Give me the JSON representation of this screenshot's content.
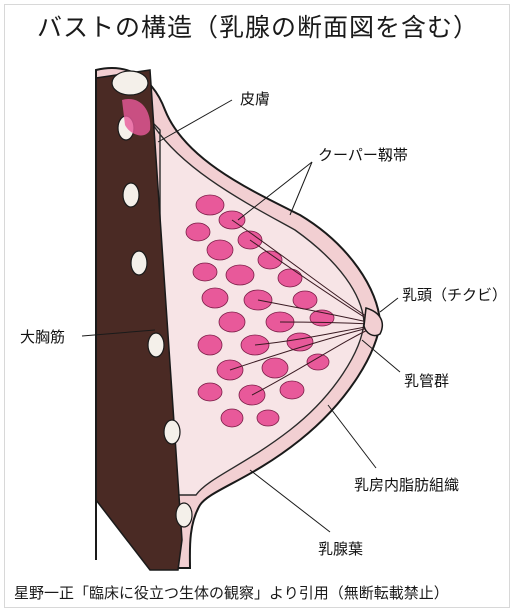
{
  "title": "バストの構造（乳腺の断面図を含む）",
  "labels": {
    "skin": "皮膚",
    "cooper": "クーパー靱帯",
    "nipple": "乳頭（チクビ）",
    "pectoral": "大胸筋",
    "ducts": "乳管群",
    "fat": "乳房内脂肪組織",
    "lobes": "乳腺葉"
  },
  "caption": "星野一正「臨床に役立つ生体の観察」より引用（無断転載禁止）",
  "colors": {
    "gland": "#e8599a",
    "gland_light": "#f3a6c8",
    "muscle": "#4a2a24",
    "skin": "#f2cfd2",
    "outline": "#1a1a1a"
  }
}
